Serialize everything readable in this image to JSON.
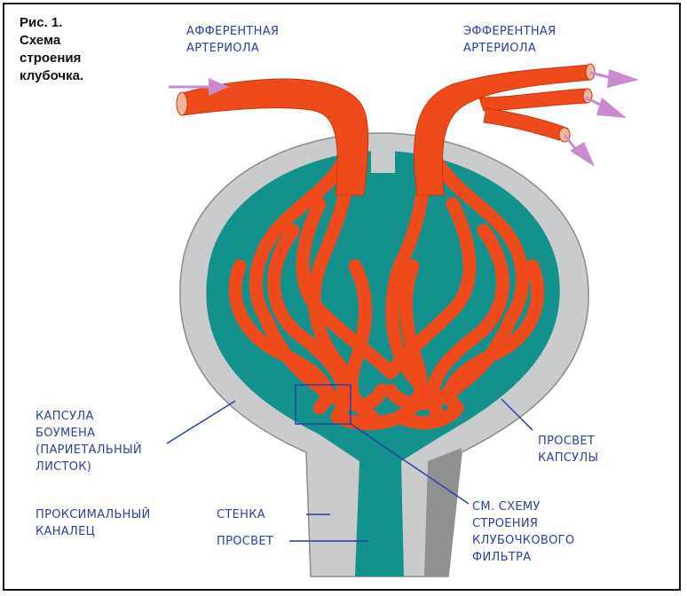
{
  "caption": "Рис. 1.\nСхема\nстроения\nклубочка.",
  "labels": {
    "afferent": "АФФЕРЕНТНАЯ\nАРТЕРИОЛА",
    "efferent": "ЭФФЕРЕНТНАЯ\nАРТЕРИОЛА",
    "bowman": "КАПСУЛА\nБОУМЕНА\n(ПАРИЕТАЛЬНЫЙ\nЛИСТОК)",
    "proximal": "ПРОКСИМАЛЬНЫЙ\nКАНАЛЕЦ",
    "wall": "СТЕНКА",
    "lumen": "ПРОСВЕТ",
    "capsule_lumen": "ПРОСВЕТ\nКАПСУЛЫ",
    "filter_ref": "СМ. СХЕМУ\nСТРОЕНИЯ\nКЛУБОЧКОВОГО\nФИЛЬТРА"
  },
  "colors": {
    "vessel": "#ee4a1c",
    "vessel_outline": "#c9350e",
    "capsule_wall": "#c9cbcc",
    "capsule_wall_dark": "#8e9092",
    "lumen": "#13918d",
    "arrow": "#c98ad0",
    "label": "#2b3fa6"
  }
}
